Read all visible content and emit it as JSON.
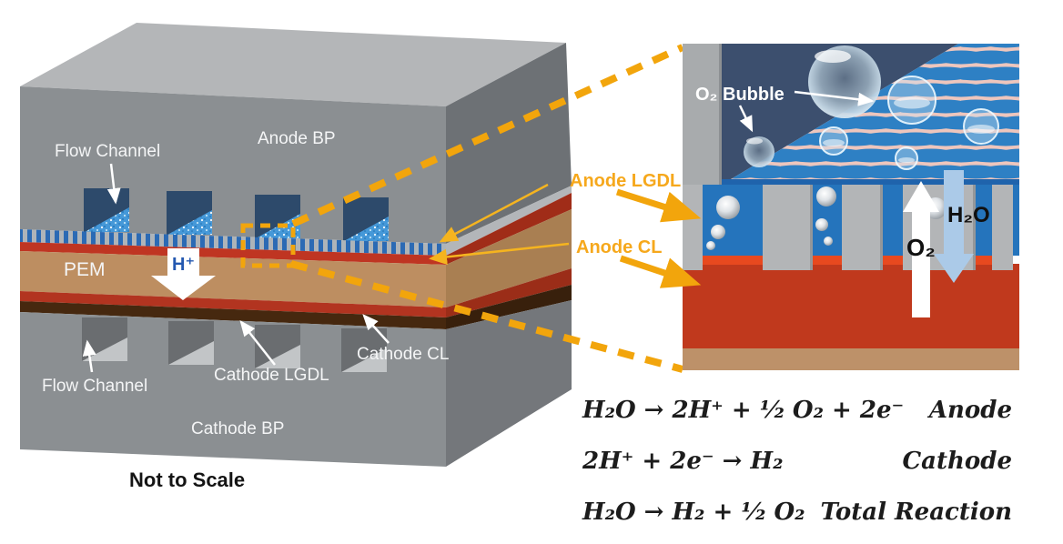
{
  "left": {
    "flow_channel_top": "Flow Channel",
    "anode_bp": "Anode BP",
    "pem": "PEM",
    "h_plus": "H⁺",
    "flow_channel_bottom": "Flow Channel",
    "cathode_lgdl": "Cathode LGDL",
    "cathode_cl": "Cathode CL",
    "cathode_bp": "Cathode BP",
    "not_to_scale": "Not to Scale"
  },
  "callouts": {
    "anode_lgdl": "Anode LGDL",
    "anode_cl": "Anode CL"
  },
  "zoomview": {
    "o2_bubble": "O₂ Bubble",
    "h2o": "H₂O",
    "o2": "O₂"
  },
  "reactions": [
    {
      "equation": "H₂O → 2H⁺ + ¹⁄₂ O₂ + 2e⁻",
      "label": "Anode"
    },
    {
      "equation": "2H⁺ + 2e⁻ → H₂",
      "label": "Cathode"
    },
    {
      "equation": "H₂O → H₂ + ¹⁄₂ O₂",
      "label": "Total Reaction"
    }
  ],
  "colors": {
    "accent_yellow": "#F2A50C",
    "callout_orange": "#F6A81C",
    "bp_gray": "#8b8f92",
    "pem_tan": "#bd8e61",
    "cl_red": "#bf3522",
    "lgdl_blue": "#2b6ab4",
    "flow_channel_navy": "#2d4a6b",
    "water_blue": "#4598d8",
    "mesh_blue": "#2e80c4",
    "mesh_pink": "#eec6bd",
    "panel_navy": "#3c4f6e",
    "h2o_arrow_blue": "#abcae8",
    "h_plus_blue": "#2458b0"
  }
}
